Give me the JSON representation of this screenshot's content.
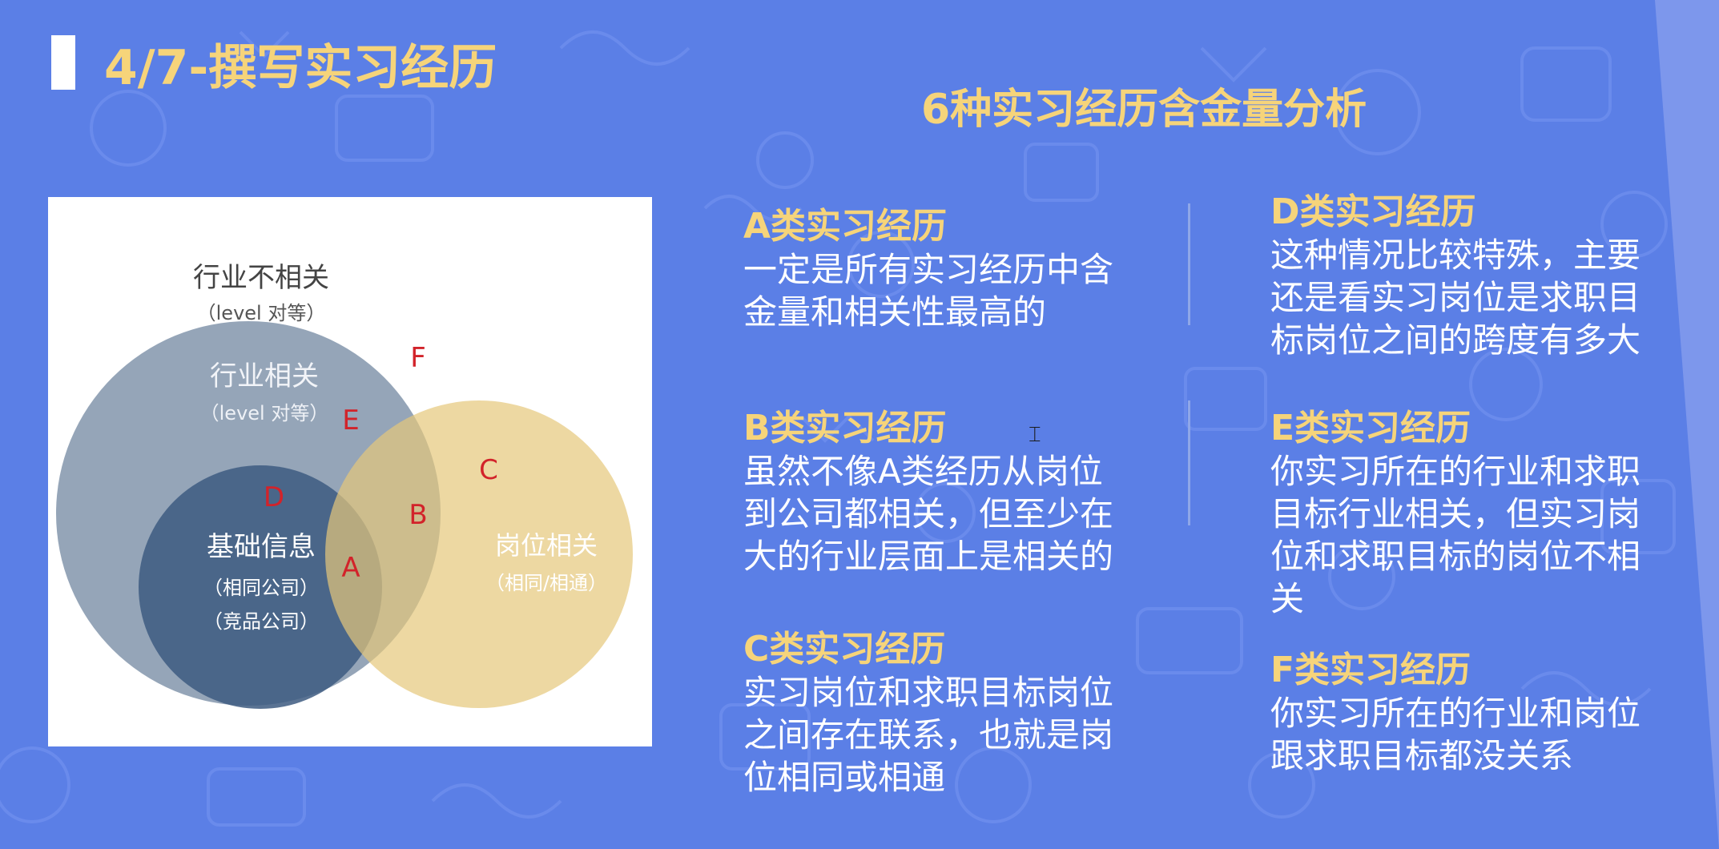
{
  "page_title": "4/7-撰写实习经历",
  "section_title": "6种实习经历含金量分析",
  "venn": {
    "outer_label": "行业不相关",
    "outer_sub": "（level 对等）",
    "industry_label": "行业相关",
    "industry_sub": "（level 对等）",
    "base_label": "基础信息",
    "base_sub1": "（相同公司）",
    "base_sub2": "（竞品公司）",
    "position_label": "岗位相关",
    "position_sub": "（相同/相通）",
    "letters": {
      "A": "A",
      "B": "B",
      "C": "C",
      "D": "D",
      "E": "E",
      "F": "F"
    }
  },
  "items": [
    {
      "heading": "A类实习经历",
      "body": "一定是所有实习经历中含\n金量和相关性最高的"
    },
    {
      "heading": "B类实习经历",
      "body": "虽然不像A类经历从岗位\n到公司都相关，但至少在\n大的行业层面上是相关的"
    },
    {
      "heading": "C类实习经历",
      "body": "实习岗位和求职目标岗位\n之间存在联系，也就是岗\n位相同或相通"
    },
    {
      "heading": "D类实习经历",
      "body": "这种情况比较特殊，主要\n还是看实习岗位是求职目\n标岗位之间的跨度有多大"
    },
    {
      "heading": "E类实习经历",
      "body": "你实习所在的行业和求职\n目标行业相关，但实习岗\n位和求职目标的岗位不相\n关"
    },
    {
      "heading": "F类实习经历",
      "body": "你实习所在的行业和岗位\n跟求职目标都没关系"
    }
  ],
  "cursor_icon": "text-cursor-icon",
  "colors": {
    "background": "#5b7fe6",
    "accent_yellow": "#f6d47a",
    "industry_circle": "#8a9bb0",
    "base_circle": "#3d5a80",
    "position_circle": "#e6c77a",
    "letter_red": "#d2232a"
  }
}
